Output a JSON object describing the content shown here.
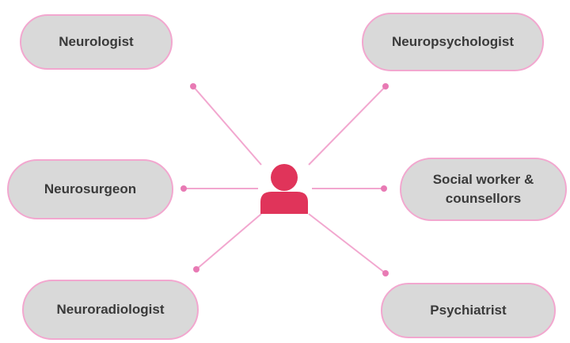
{
  "colors": {
    "pill_fill": "#d9d9d9",
    "pill_border": "#f2a7cf",
    "connector": "#f2a7cf",
    "connector_dot": "#e87ab4",
    "person_icon": "#e0345a",
    "text": "#3a3a3a"
  },
  "center_icon": "person-icon",
  "roles": {
    "top_left": "Neurologist",
    "top_right": "Neuropsychologist",
    "middle_left": "Neurosurgeon",
    "middle_right": "Social worker & counsellors",
    "bottom_left": "Neuroradiologist",
    "bottom_right": "Psychiatrist"
  }
}
